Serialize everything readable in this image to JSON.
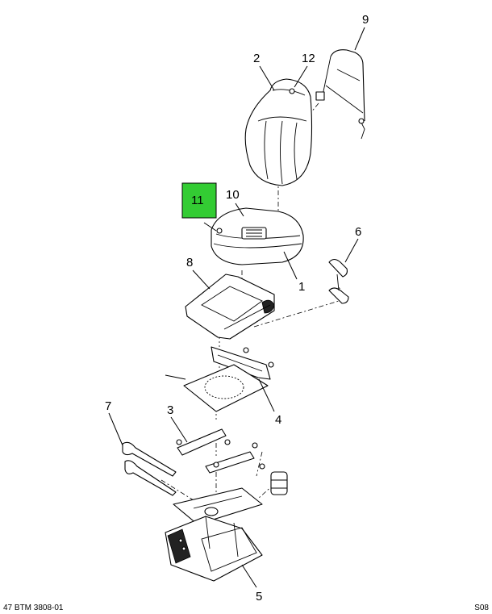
{
  "callouts": {
    "c1": "1",
    "c2": "2",
    "c3": "3",
    "c4": "4",
    "c5": "5",
    "c6": "6",
    "c7": "7",
    "c8": "8",
    "c9": "9",
    "c10": "10",
    "c11": "11",
    "c12": "12"
  },
  "highlight": {
    "callout": "11",
    "color": "#33cc33"
  },
  "footer": {
    "left": "47 BTM 3808-01",
    "right": "S08"
  }
}
